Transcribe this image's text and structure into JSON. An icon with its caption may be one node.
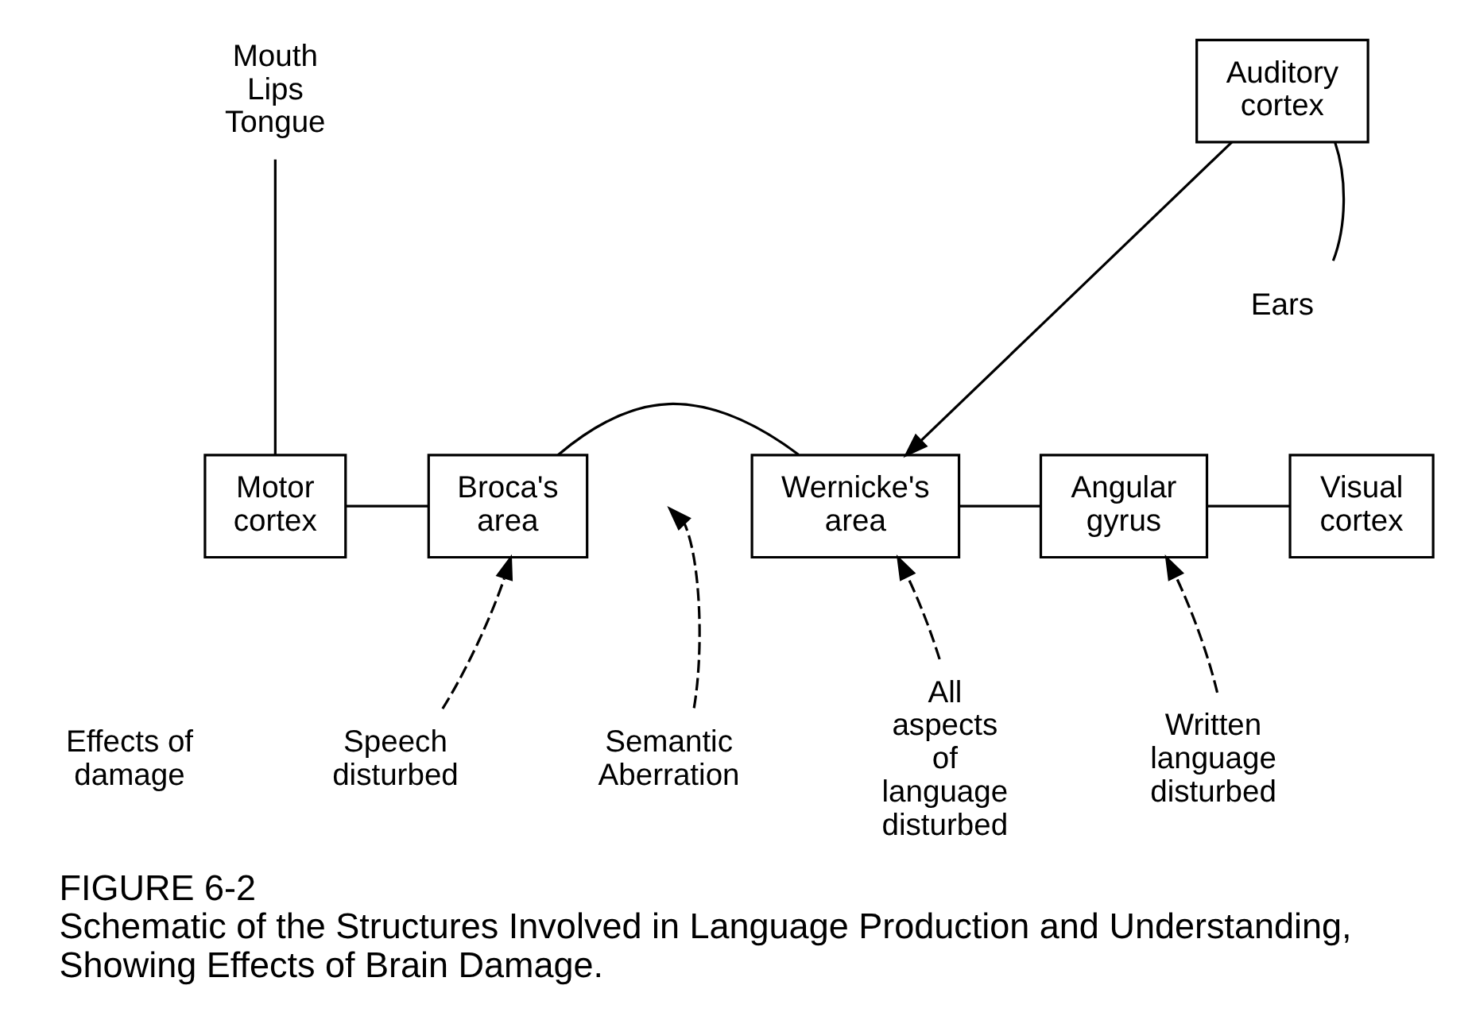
{
  "diagram": {
    "title": "FIGURE 6-2",
    "caption": "Schematic of the Structures Involved in Language Production and Understanding, Showing Effects of Brain Damage.",
    "nodes": [
      {
        "text": [
          "Mouth Lips Tongue"
        ]
      },
      {
        "text": [
          "Auditory cortex"
        ]
      },
      {
        "text": [
          "Ears"
        ]
      },
      {
        "text": [
          "Motor cortex"
        ]
      },
      {
        "text": [
          "Broca's area"
        ]
      },
      {
        "text": [
          "Wernicke's area"
        ]
      },
      {
        "text": [
          "Angular gyrus"
        ]
      },
      {
        "text": [
          "Visual cortex"
        ]
      },
      {
        "text": [
          "Speech disturbed"
        ]
      },
      {
        "text": [
          "Semantic Aberration"
        ]
      },
      {
        "text": [
          "All aspects of language disturbed"
        ]
      },
      {
        "text": [
          "Written language disturbed"
        ]
      }
    ],
    "edges": [
      {
        "from": 0,
        "to": 3,
        "arrow": "none"
      },
      {
        "from": 2,
        "to": 1,
        "arrow": "none"
      },
      {
        "from": 3,
        "to": 4,
        "arrow": "none"
      },
      {
        "from": 4,
        "to": 5,
        "arrow": "none"
      },
      {
        "from": 5,
        "to": 6,
        "arrow": "none"
      },
      {
        "from": 6,
        "to": 7,
        "arrow": "none"
      },
      {
        "from": 1,
        "to": 5,
        "arrow": "to"
      },
      {
        "from": 8,
        "to": 4,
        "arrow": "to",
        "style": "dashed"
      },
      {
        "from": 9,
        "to": null,
        "arrow": "to",
        "style": "dashed"
      },
      {
        "from": 10,
        "to": 5,
        "arrow": "to",
        "style": "dashed"
      },
      {
        "from": 11,
        "to": 6,
        "arrow": "to",
        "style": "dashed"
      }
    ],
    "labels": [
      "Effects of damage"
    ]
  }
}
